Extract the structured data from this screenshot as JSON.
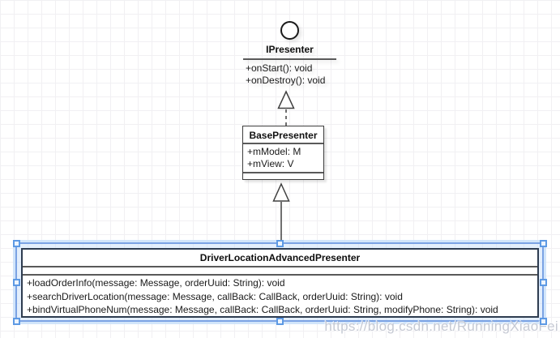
{
  "diagram": {
    "interface": {
      "name": "IPresenter",
      "methods": [
        "+onStart(): void",
        "+onDestroy(): void"
      ]
    },
    "base_class": {
      "name": "BasePresenter",
      "fields": [
        "+mModel: M",
        "+mView: V"
      ]
    },
    "selected_class": {
      "name": "DriverLocationAdvancedPresenter",
      "methods": [
        "+loadOrderInfo(message: Message, orderUuid: String): void",
        "+searchDriverLocation(message: Message, callBack: CallBack, orderUuid: String): void",
        "+bindVirtualPhoneNum(message: Message, callBack: CallBack, orderUuid: String, modifyPhone: String): void"
      ]
    },
    "relations": [
      {
        "from": "BasePresenter",
        "to": "IPresenter",
        "type": "realization"
      },
      {
        "from": "DriverLocationAdvancedPresenter",
        "to": "BasePresenter",
        "type": "generalization"
      }
    ],
    "watermark": "https://blog.csdn.net/RunningXiaoFei",
    "colors": {
      "selection_border": "#6896e0",
      "selection_glow": "#cde2f9",
      "shape_border": "#3d3d3d",
      "selected_shape_border": "#2e3c50",
      "grid_line": "#f1f0f3"
    }
  }
}
